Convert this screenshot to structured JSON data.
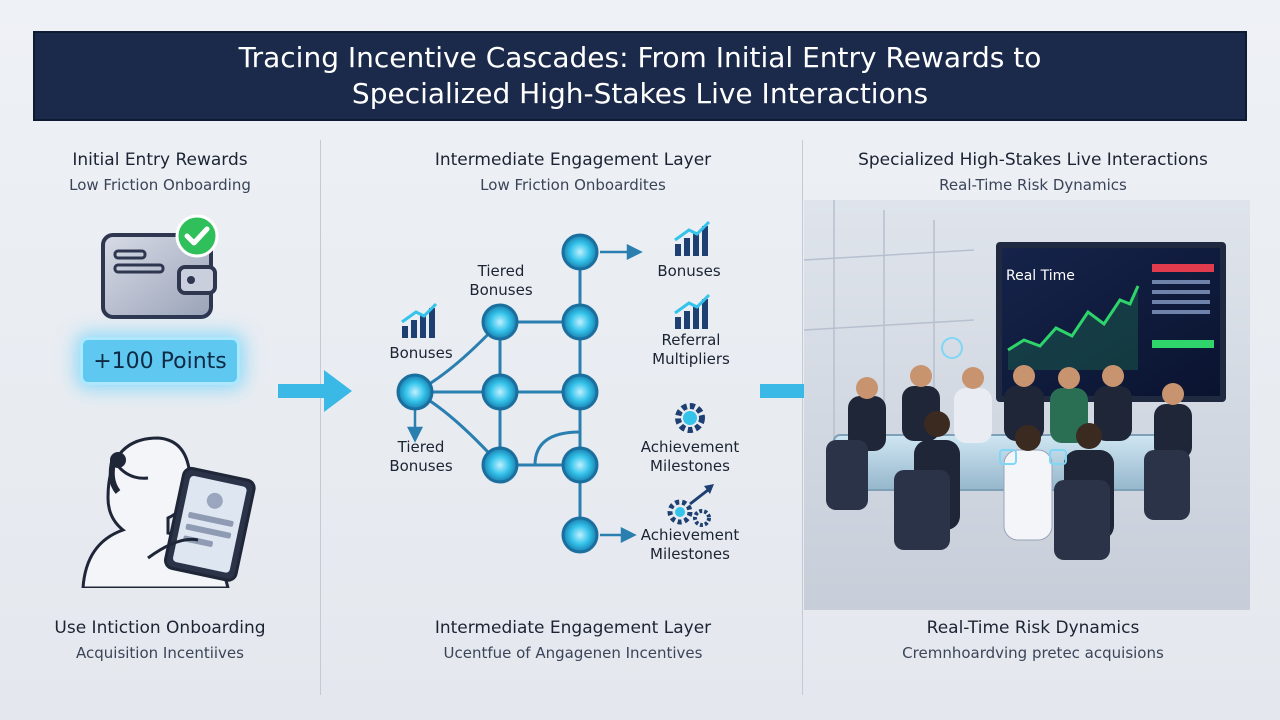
{
  "title": {
    "line1": "Tracing Incentive Cascades: From Initial Entry Rewards to",
    "line2": "Specialized High-Stakes Live Interactions"
  },
  "columns": [
    {
      "heading": "Initial Entry Rewards",
      "subheading": "Low Friction Onboarding",
      "footer_heading": "Use Intiction Onboarding",
      "footer_subheading": "Acquisition Incentiives"
    },
    {
      "heading": "Intermediate Engagement Layer",
      "subheading": "Low Friction Onboardites",
      "footer_heading": "Intermediate Engagement Layer",
      "footer_subheading": "Ucentfue of Angagenen Incentives"
    },
    {
      "heading": "Specialized High-Stakes Live Interactions",
      "subheading": "Real-Time Risk Dynamics",
      "footer_heading": "Real-Time Risk Dynamics",
      "footer_subheading": "Cremnhoardving pretec acquisions"
    }
  ],
  "points_badge": "+100 Points",
  "network_labels": {
    "tiered_top": "Tiered\nBonuses",
    "bonuses_left": "Bonuses",
    "tiered_bottom": "Tiered\nBonuses",
    "bonuses_right": "Bonuses",
    "referral": "Referral\nMultipliers",
    "achievement_1": "Achievement\nMilestones",
    "achievement_2": "Achievement\nMilestones"
  },
  "screen_title": "Real Time",
  "colors": {
    "title_bg": "#1b2a4a",
    "node_cyan": "#34c3ea",
    "arrow_cyan": "#3ab8e6",
    "check_green": "#2fbf5b",
    "chart_line": "#2fd46b",
    "chart_red": "#e23b4e"
  },
  "icons": {
    "wallet": "wallet-icon",
    "check": "check-icon",
    "user_tablet": "person-with-tablet-icon",
    "growth": "growth-chart-icon",
    "gear": "gear-icon"
  }
}
